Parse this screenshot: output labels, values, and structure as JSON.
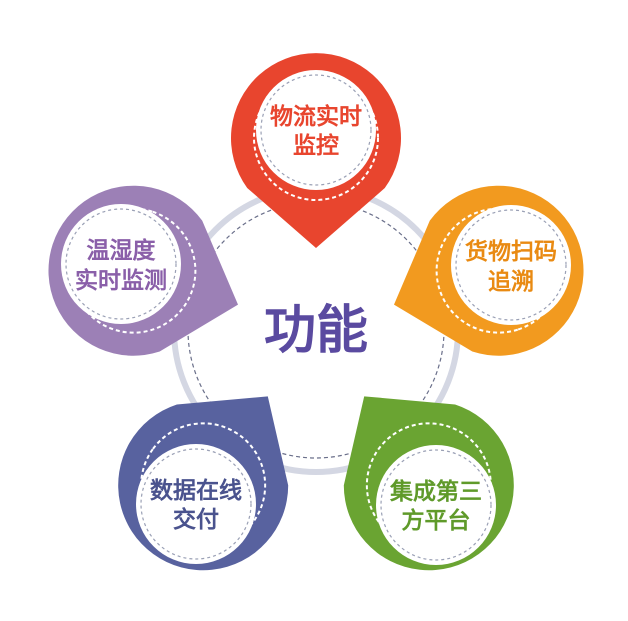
{
  "center": {
    "title": "功能",
    "color": "#5a4aa0"
  },
  "features": [
    {
      "line1": "物流实时",
      "line2": "监控",
      "color": "#e8452e",
      "text_color": "#e8452e"
    },
    {
      "line1": "货物扫码",
      "line2": "追溯",
      "color": "#f29a1f",
      "text_color": "#e98a12"
    },
    {
      "line1": "集成第三",
      "line2": "方平台",
      "color": "#6aa432",
      "text_color": "#5f9a2a"
    },
    {
      "line1": "数据在线",
      "line2": "交付",
      "color": "#58629f",
      "text_color": "#4a538e"
    },
    {
      "line1": "温湿度",
      "line2": "实时监测",
      "color": "#9c80b6",
      "text_color": "#8a5fa9"
    }
  ]
}
